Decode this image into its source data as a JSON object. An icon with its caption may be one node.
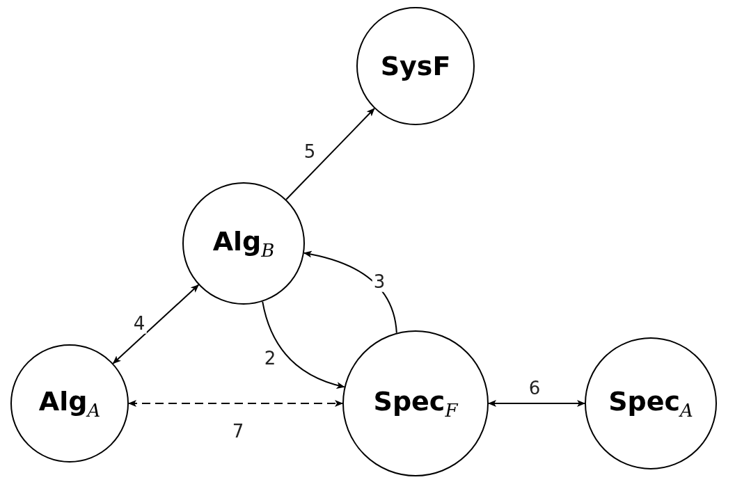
{
  "diagram": {
    "nodes": [
      {
        "text": [
          "**SysF**"
        ]
      },
      {
        "text": [
          "**Alg**$_{B}$"
        ]
      },
      {
        "text": [
          "**Alg**$_{A}$"
        ]
      },
      {
        "text": [
          "**Spec**$_{F}$"
        ]
      },
      {
        "text": [
          "**Spec**$_{A}$"
        ]
      }
    ],
    "edges": [
      {
        "from": 1,
        "to": 3,
        "arrow": "to",
        "label": "2"
      },
      {
        "from": 3,
        "to": 1,
        "arrow": "to",
        "label": "3"
      },
      {
        "from": 2,
        "to": 1,
        "arrow": "both",
        "label": "4"
      },
      {
        "from": 1,
        "to": 0,
        "arrow": "to",
        "label": "5"
      },
      {
        "from": 3,
        "to": 4,
        "arrow": "both",
        "label": "6"
      },
      {
        "from": 2,
        "to": 3,
        "arrow": "both",
        "label": "7",
        "style": "dashed"
      }
    ]
  }
}
